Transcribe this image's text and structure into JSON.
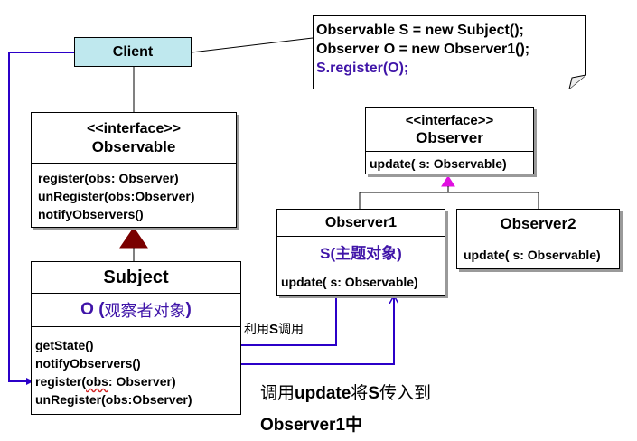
{
  "client": {
    "label": "Client"
  },
  "code_note": {
    "line1": "Observable S = new Subject();",
    "line2": "Observer O = new Observer1();",
    "line3": "S.register(O);"
  },
  "observable": {
    "stereotype": "<<interface>>",
    "name": "Observable",
    "methods": [
      "register(obs: Observer)",
      "unRegister(obs:Observer)",
      "notifyObservers()"
    ]
  },
  "observer": {
    "stereotype": "<<interface>>",
    "name": "Observer",
    "method": "update( s: Observable)"
  },
  "observer1": {
    "name": "Observer1",
    "attribute": "S(主题对象)",
    "method": "update( s: Observable)"
  },
  "observer2": {
    "name": "Observer2",
    "method": "update( s: Observable)"
  },
  "subject": {
    "name": "Subject",
    "attribute_main": "O (",
    "attribute_cn": "观察者对象",
    "attribute_end": ")",
    "methods": {
      "get_state": "getState()",
      "notify": "notifyObservers()",
      "register_pre": "register(",
      "register_obs": "obs",
      "register_post": ": Observer)",
      "unregister": "unRegister(obs:Observer)"
    }
  },
  "annotations": {
    "call_prefix": "利用",
    "call_s": "S",
    "call_suffix": "调用",
    "bottom_l1_a": "调用",
    "bottom_l1_b": "update",
    "bottom_l1_c": "将",
    "bottom_l1_d": "S",
    "bottom_l1_e": "传入到",
    "bottom_l2_a": "Observer1",
    "bottom_l2_b": "中"
  },
  "colors": {
    "client_fill": "#bfe8ee",
    "accent_purple": "#3f14a8",
    "arrow_blue": "#2b00c8",
    "inherit_dark_red": "#7a0000",
    "inherit_magenta": "#e010e0"
  }
}
